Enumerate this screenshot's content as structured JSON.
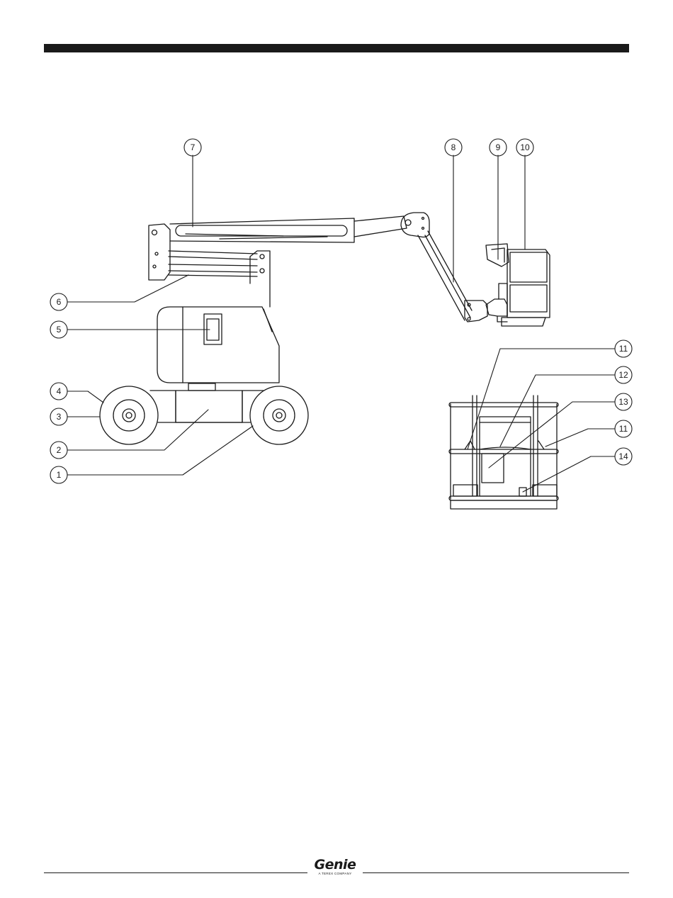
{
  "callouts": [
    "1",
    "2",
    "3",
    "4",
    "5",
    "6",
    "7",
    "8",
    "9",
    "10",
    "11",
    "12",
    "13",
    "11",
    "14"
  ],
  "footer": {
    "logo_text": "Genie",
    "logo_tagline": "A TEREX COMPANY"
  }
}
